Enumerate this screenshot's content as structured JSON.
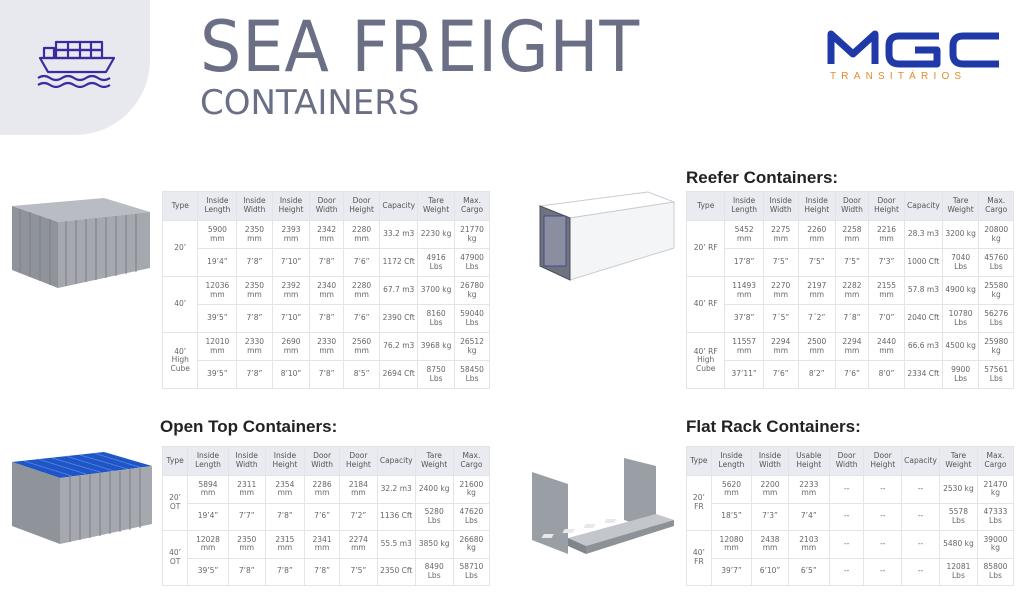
{
  "header": {
    "title": "SEA FREIGHT",
    "subtitle": "CONTAINERS",
    "logo_text": "MGC",
    "logo_subtext": "TRANSITÁRIOS",
    "icon": "cargo-ship-icon"
  },
  "colors": {
    "brand_blue": "#1f3aa8",
    "brand_orange": "#e8892a",
    "title_gray": "#6b6f86"
  },
  "headers_std": [
    "Type",
    "Inside Length",
    "Inside Width",
    "Inside Height",
    "Door Width",
    "Door Height",
    "Capacity",
    "Tare Weight",
    "Max. Cargo"
  ],
  "headers_fr": [
    "Type",
    "Inside Length",
    "Inside Width",
    "Usable Height",
    "Door Width",
    "Door Height",
    "Capacity",
    "Tare Weight",
    "Max. Cargo"
  ],
  "standard": {
    "title": "",
    "rows": [
      {
        "type": "20’",
        "metric": [
          "5900 mm",
          "2350 mm",
          "2393 mm",
          "2342 mm",
          "2280 mm",
          "33.2 m3",
          "2230 kg",
          "21770 kg"
        ],
        "imperial": [
          "19’4”",
          "7’8”",
          "7’10”",
          "7’8”",
          "7’6”",
          "1172 Cft",
          "4916 Lbs",
          "47900 Lbs"
        ]
      },
      {
        "type": "40’",
        "metric": [
          "12036 mm",
          "2350 mm",
          "2392 mm",
          "2340 mm",
          "2280 mm",
          "67.7 m3",
          "3700 kg",
          "26780 kg"
        ],
        "imperial": [
          "39’5”",
          "7’8”",
          "7’10”",
          "7’8”",
          "7’6”",
          "2390 Cft",
          "8160 Lbs",
          "59040 Lbs"
        ]
      },
      {
        "type": "40’ High Cube",
        "metric": [
          "12010 mm",
          "2330 mm",
          "2690 mm",
          "2330 mm",
          "2560 mm",
          "76.2 m3",
          "3968 kg",
          "26512 kg"
        ],
        "imperial": [
          "39’5”",
          "7’8”",
          "8’10”",
          "7’8”",
          "8’5”",
          "2694 Cft",
          "8750 Lbs",
          "58450 Lbs"
        ]
      }
    ]
  },
  "reefer": {
    "title": "Reefer Containers:",
    "rows": [
      {
        "type": "20’ RF",
        "metric": [
          "5452 mm",
          "2275 mm",
          "2260 mm",
          "2258 mm",
          "2216 mm",
          "28.3 m3",
          "3200 kg",
          "20800 kg"
        ],
        "imperial": [
          "17’8”",
          "7’5”",
          "7’5”",
          "7’5”",
          "7’3”",
          "1000 Cft",
          "7040 Lbs",
          "45760 Lbs"
        ]
      },
      {
        "type": "40’ RF",
        "metric": [
          "11493 mm",
          "2270 mm",
          "2197 mm",
          "2282 mm",
          "2155 mm",
          "57.8 m3",
          "4900 kg",
          "25580 kg"
        ],
        "imperial": [
          "37’8”",
          "7´5”",
          "7´2”",
          "7´8”",
          "7’0”",
          "2040 Cft",
          "10780 Lbs",
          "56276 Lbs"
        ]
      },
      {
        "type": "40’ RF High Cube",
        "metric": [
          "11557 mm",
          "2294 mm",
          "2500 mm",
          "2294 mm",
          "2440 mm",
          "66.6 m3",
          "4500 kg",
          "25980 kg"
        ],
        "imperial": [
          "37’11”",
          "7’6”",
          "8’2”",
          "7’6”",
          "8’0”",
          "2334 Cft",
          "9900 Lbs",
          "57561 Lbs"
        ]
      }
    ]
  },
  "opentop": {
    "title": "Open Top Containers:",
    "rows": [
      {
        "type": "20’ OT",
        "metric": [
          "5894 mm",
          "2311 mm",
          "2354 mm",
          "2286 mm",
          "2184 mm",
          "32.2 m3",
          "2400 kg",
          "21600 kg"
        ],
        "imperial": [
          "19’4”",
          "7’7”",
          "7’8”",
          "7’6”",
          "7’2”",
          "1136 Cft",
          "5280 Lbs",
          "47620 Lbs"
        ]
      },
      {
        "type": "40’ OT",
        "metric": [
          "12028 mm",
          "2350 mm",
          "2315 mm",
          "2341 mm",
          "2274 mm",
          "55.5 m3",
          "3850 kg",
          "26680 kg"
        ],
        "imperial": [
          "39’5”",
          "7’8”",
          "7’8”",
          "7’8”",
          "7’5”",
          "2350 Cft",
          "8490 Lbs",
          "58710 Lbs"
        ]
      }
    ]
  },
  "flatrack": {
    "title": "Flat Rack Containers:",
    "rows": [
      {
        "type": "20’ FR",
        "metric": [
          "5620 mm",
          "2200 mm",
          "2233 mm",
          "--",
          "--",
          "--",
          "2530 kg",
          "21470 kg"
        ],
        "imperial": [
          "18’5”",
          "7’3”",
          "7’4”",
          "--",
          "--",
          "--",
          "5578 Lbs",
          "47333 Lbs"
        ]
      },
      {
        "type": "40’ FR",
        "metric": [
          "12080 mm",
          "2438 mm",
          "2103 mm",
          "--",
          "--",
          "--",
          "5480 kg",
          "39000 kg"
        ],
        "imperial": [
          "39’7”",
          "6’10”",
          "6’5”",
          "--",
          "--",
          "--",
          "12081 Lbs",
          "85800 Lbs"
        ]
      }
    ]
  }
}
